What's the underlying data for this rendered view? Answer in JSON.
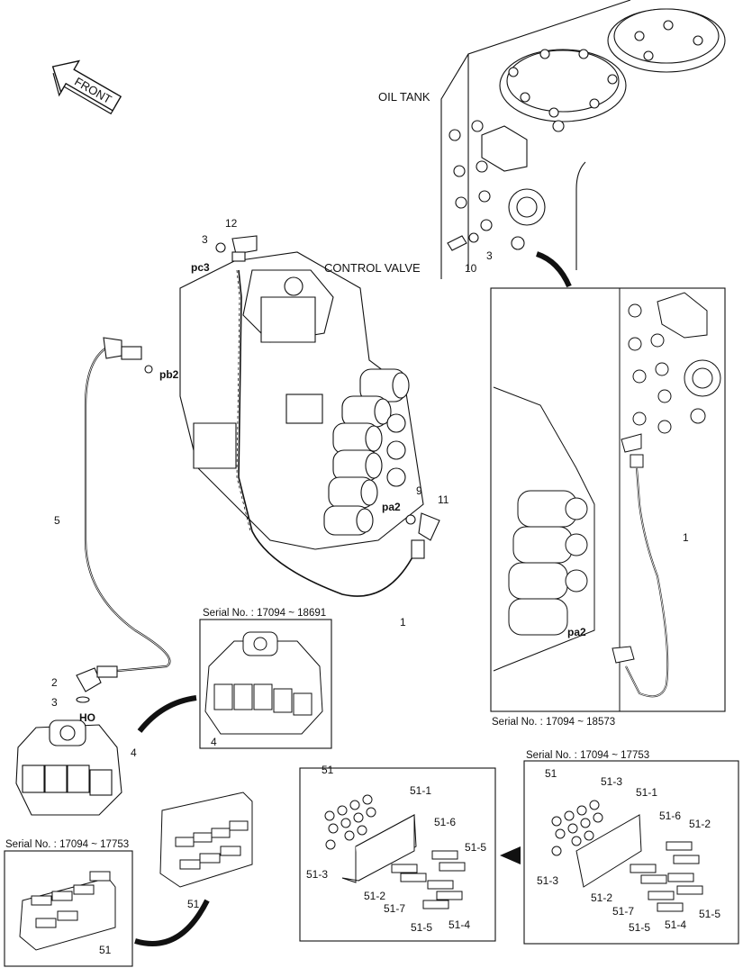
{
  "labels": {
    "front": "FRONT",
    "oil_tank": "OIL TANK",
    "control_valve": "CONTROL VALVE",
    "pc3": "pc3",
    "pb2": "pb2",
    "pa2": "pa2",
    "pa2_detail": "pa2",
    "ho": "HO",
    "n12": "12",
    "n3a": "3",
    "n10": "10",
    "n3b": "3",
    "n9": "9",
    "n11": "11",
    "n1": "1",
    "n5": "5",
    "n2": "2",
    "n3c": "3",
    "n4": "4",
    "n4_inset": "4",
    "n1_detail": "1",
    "n51_main": "51",
    "n51_left": "51",
    "n51_box": "51",
    "n51_box2": "51"
  },
  "serials": {
    "inset_valve": "Serial No. : 17094 ~ 18691",
    "detail_tank": "Serial No. : 17094 ~ 18573",
    "left_box": "Serial No. : 17094 ~ 17753",
    "right_box": "Serial No. : 17094 ~ 17753"
  },
  "box_mid": {
    "c1": "51-1",
    "c6": "51-6",
    "c5a": "51-5",
    "c3": "51-3",
    "c2": "51-2",
    "c7": "51-7",
    "c5b": "51-5",
    "c4": "51-4"
  },
  "box_right": {
    "c3a": "51-3",
    "c1": "51-1",
    "c6": "51-6",
    "c2a": "51-2",
    "c3b": "51-3",
    "c2b": "51-2",
    "c7": "51-7",
    "c5a": "51-5",
    "c4": "51-4",
    "c5b": "51-5"
  }
}
